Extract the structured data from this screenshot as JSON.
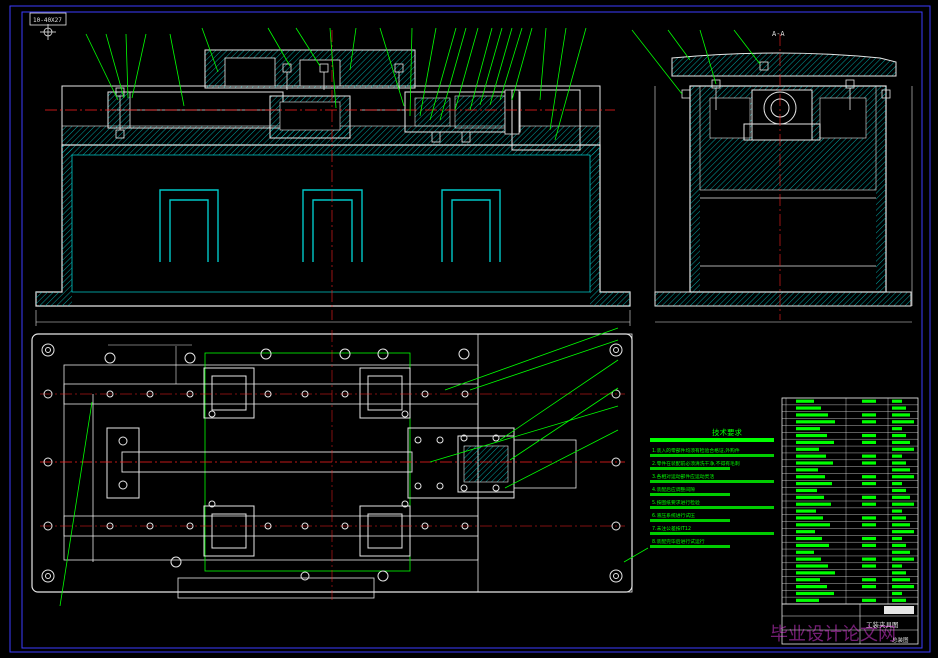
{
  "colors": {
    "background": "#000000",
    "frame": "#3c3cff",
    "outline": "#e6e6e6",
    "hatch": "#00c8c8",
    "centerline": "#ff2020",
    "leader": "#00ff00",
    "callout": "#ffffff"
  },
  "title_box": {
    "code": "10-40X27"
  },
  "section_label": {
    "text": "A-A"
  },
  "tech_requirements": {
    "title": "技术要求",
    "items": [
      "1.装入的零部件均须有检验合格证,外购件",
      "2.零件在装配前必须清洗干净,不得有毛刺",
      "3.各相对运动部件应运动灵活",
      "4.装配后应调整间隙",
      "5.按图纸要求进行检验",
      "6.液压系统进行试压",
      "7.未注公差按IT12",
      "8.装配完毕后进行试运行"
    ]
  },
  "title_block": {
    "drawing_name": "工装夹具图",
    "sheet": "总装图"
  },
  "watermark": {
    "text": "毕业设计论文网"
  },
  "icons": [
    "crosshair-icon",
    "bolt-icon",
    "hole-icon"
  ]
}
